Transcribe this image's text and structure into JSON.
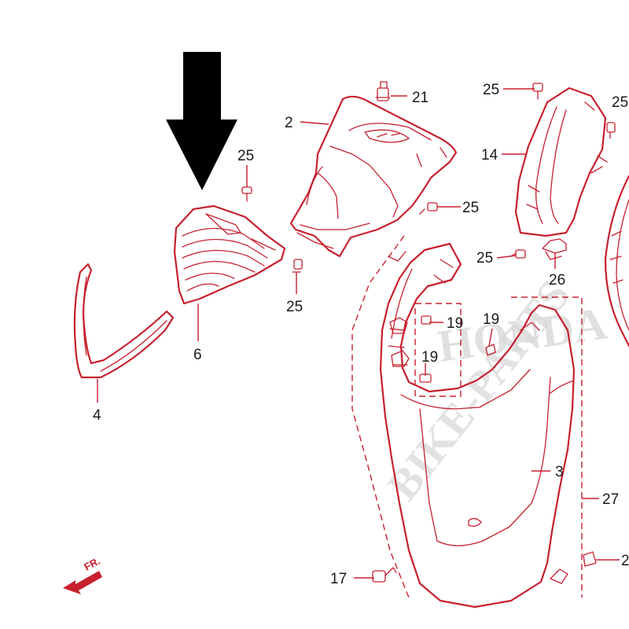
{
  "callouts": {
    "c21": "21",
    "c2": "2",
    "c25_top_right": "25",
    "c25_far_right": "25",
    "c25_left": "25",
    "c25_mid": "25",
    "c25_small_bottom": "25",
    "c25_right_mid": "25",
    "c14": "14",
    "c26": "26",
    "c6": "6",
    "c4": "4",
    "c19_a": "19",
    "c19_b": "19",
    "c19_c": "19",
    "c3": "3",
    "c27": "27",
    "c17": "17",
    "c2_cut": "2"
  },
  "front_marker": "FR.",
  "watermark": {
    "brand": "HONDA",
    "site": "BIKE-PARTS"
  },
  "colors": {
    "part_line": "#c8202f",
    "arrow": "#000000",
    "watermark": "#d9d9d9"
  }
}
